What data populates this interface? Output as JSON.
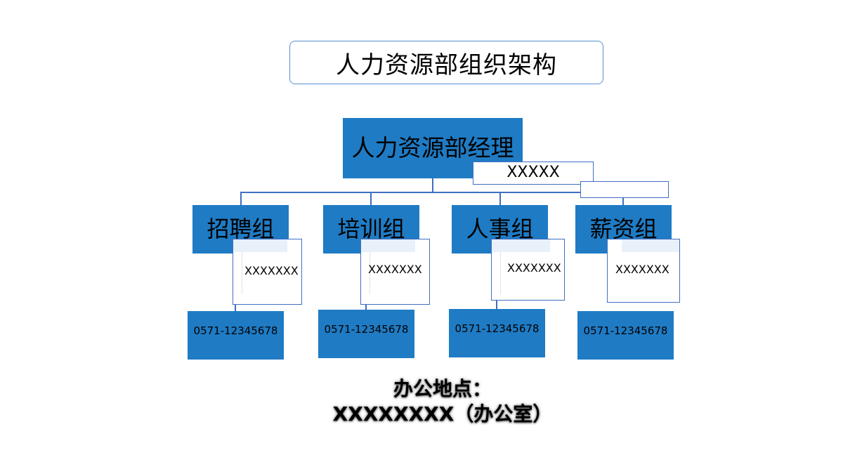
{
  "title": "人力资源部组织架构",
  "manager": {
    "label": "人力资源部经理",
    "detail": "XXXXX"
  },
  "groups": [
    {
      "name": "招聘组",
      "detail": "XXXXXXX",
      "phone": "0571-12345678"
    },
    {
      "name": "培训组",
      "detail": "XXXXXXX",
      "phone": "0571-12345678"
    },
    {
      "name": "人事组",
      "detail": "XXXXXXX",
      "phone": "0571-12345678"
    },
    {
      "name": "薪资组",
      "detail": "XXXXXXX",
      "phone": "0571-12345678"
    }
  ],
  "location": {
    "label": "办公地点：",
    "value": "XXXXXXXX（办公室）"
  },
  "colors": {
    "box_fill": "#1f7bc4",
    "connector": "#3f6fc1",
    "title_border": "#5b8fd1"
  }
}
